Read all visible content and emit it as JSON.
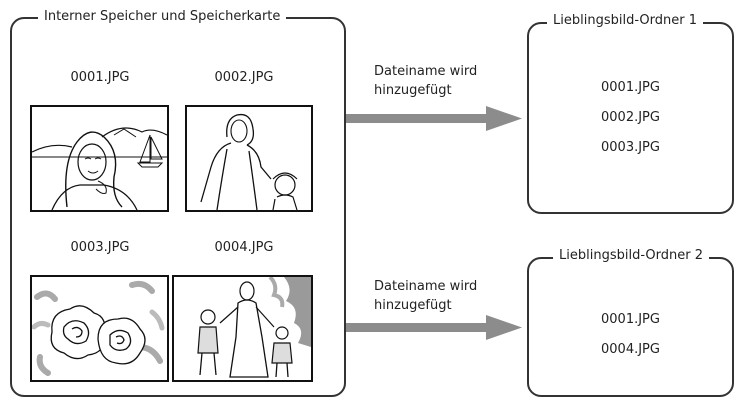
{
  "source_box": {
    "legend": "Interner Speicher und Speicherkarte",
    "images": [
      {
        "filename": "0001.JPG",
        "subject": "woman-portrait-with-sailboat"
      },
      {
        "filename": "0002.JPG",
        "subject": "mother-and-child"
      },
      {
        "filename": "0003.JPG",
        "subject": "flowers"
      },
      {
        "filename": "0004.JPG",
        "subject": "family-walking"
      }
    ]
  },
  "arrows": [
    {
      "label_line1": "Dateiname wird",
      "label_line2": "hinzugefügt"
    },
    {
      "label_line1": "Dateiname wird",
      "label_line2": "hinzugefügt"
    }
  ],
  "folders": [
    {
      "legend": "Lieblingsbild-Ordner 1",
      "files": [
        "0001.JPG",
        "0002.JPG",
        "0003.JPG"
      ]
    },
    {
      "legend": "Lieblingsbild-Ordner 2",
      "files": [
        "0001.JPG",
        "0004.JPG"
      ]
    }
  ],
  "colors": {
    "arrow": "#8c8c8c",
    "border": "#333333",
    "line_art": "#111111"
  }
}
